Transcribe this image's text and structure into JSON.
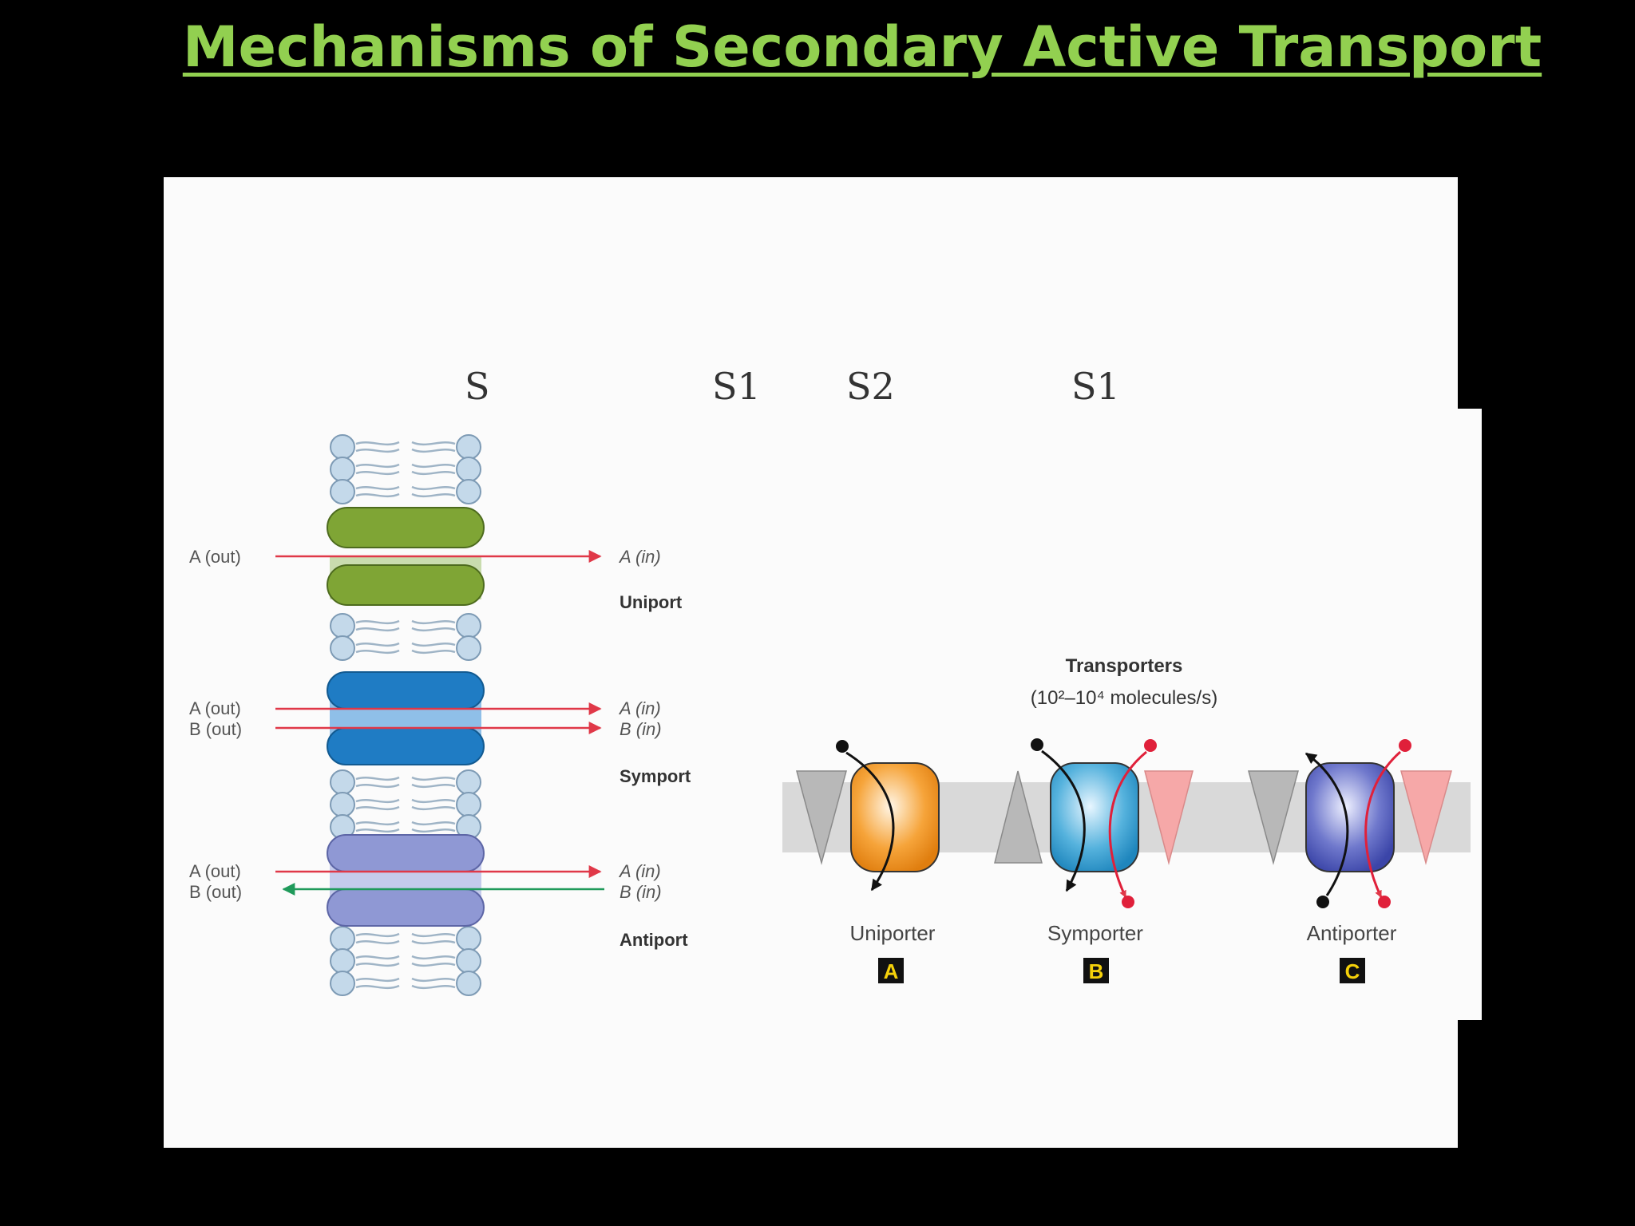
{
  "slide": {
    "title": "Mechanisms of Secondary Active Transport"
  },
  "diagram": {
    "top_labels": [
      "S",
      "S1",
      "S2",
      "S1"
    ],
    "membrane": {
      "uniport": {
        "left": "A (out)",
        "right": "A (in)",
        "type": "Uniport"
      },
      "symport": {
        "left": [
          "A (out)",
          "B (out)"
        ],
        "right": [
          "A (in)",
          "B (in)"
        ],
        "type": "Symport"
      },
      "antiport": {
        "left": [
          "A (out)",
          "B (out)"
        ],
        "right": [
          "A (in)",
          "B (in)"
        ],
        "type": "Antiport"
      }
    },
    "transporters": {
      "heading": "Transporters",
      "rate": "(10²–10⁴ molecules/s)",
      "items": [
        {
          "label": "Uniporter",
          "badge": "A"
        },
        {
          "label": "Symporter",
          "badge": "B"
        },
        {
          "label": "Antiporter",
          "badge": "C"
        }
      ]
    },
    "colors": {
      "title": "#92d050",
      "uniport_protein": "#7fa535",
      "symport_protein": "#1f7cc4",
      "antiport_protein": "#8f98d4",
      "arrow_red": "#e03848",
      "arrow_green": "#1f9a5a",
      "uniporter": "#f0941c",
      "symporter": "#3aa0cf",
      "antiporter": "#4a56b8",
      "badge_text": "#f5d10a"
    }
  }
}
